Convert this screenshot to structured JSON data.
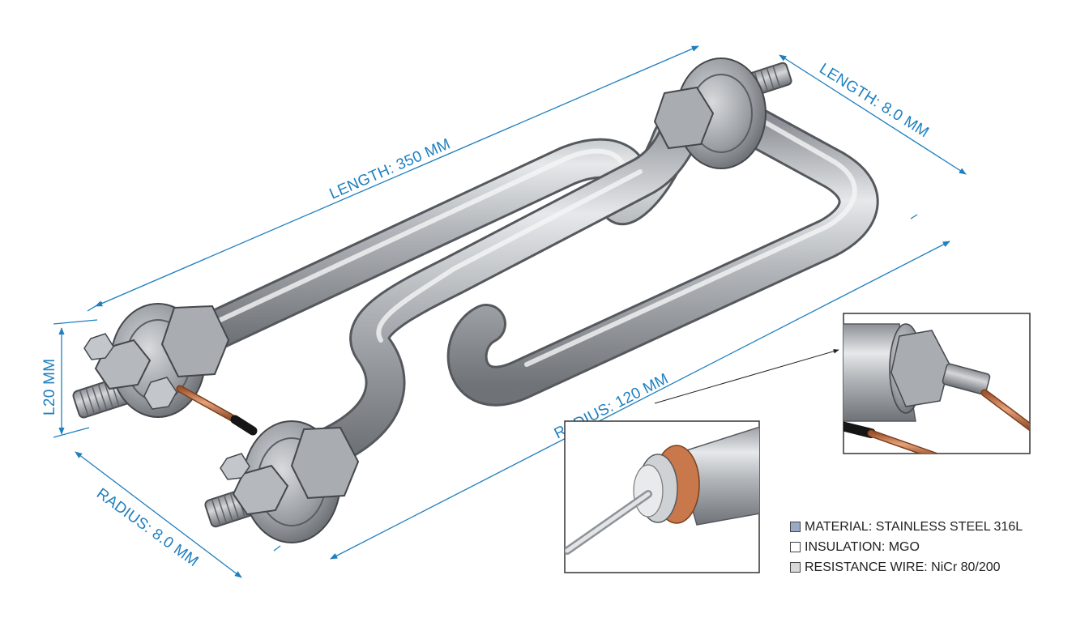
{
  "dimensions": {
    "length_main": "LENGTH: 350 MM",
    "length_terminal": "LENGTH: 8.0 MM",
    "height_left": "L20 MM",
    "radius_bend": "RADIUS: 120 MM",
    "radius_terminal": "RADIUS: 8.0 MM"
  },
  "legend": [
    {
      "text": "MATERIAL: STAINLESS STEEL 316L",
      "color": "#9aaac6"
    },
    {
      "text": "INSULATION: MGO",
      "color": "#ffffff"
    },
    {
      "text": "RESISTANCE WIRE: NiCr 80/200",
      "color": "#d9d9d9"
    }
  ],
  "colors": {
    "dimension": "#1f7fbf",
    "steel": "#a9adb2",
    "copper": "#c8784a"
  },
  "icons": {
    "heating_element": "u-shaped-heater-tube",
    "detail_inset_cross_section": "tube-cross-section",
    "detail_inset_terminal": "terminal-nut-detail"
  }
}
